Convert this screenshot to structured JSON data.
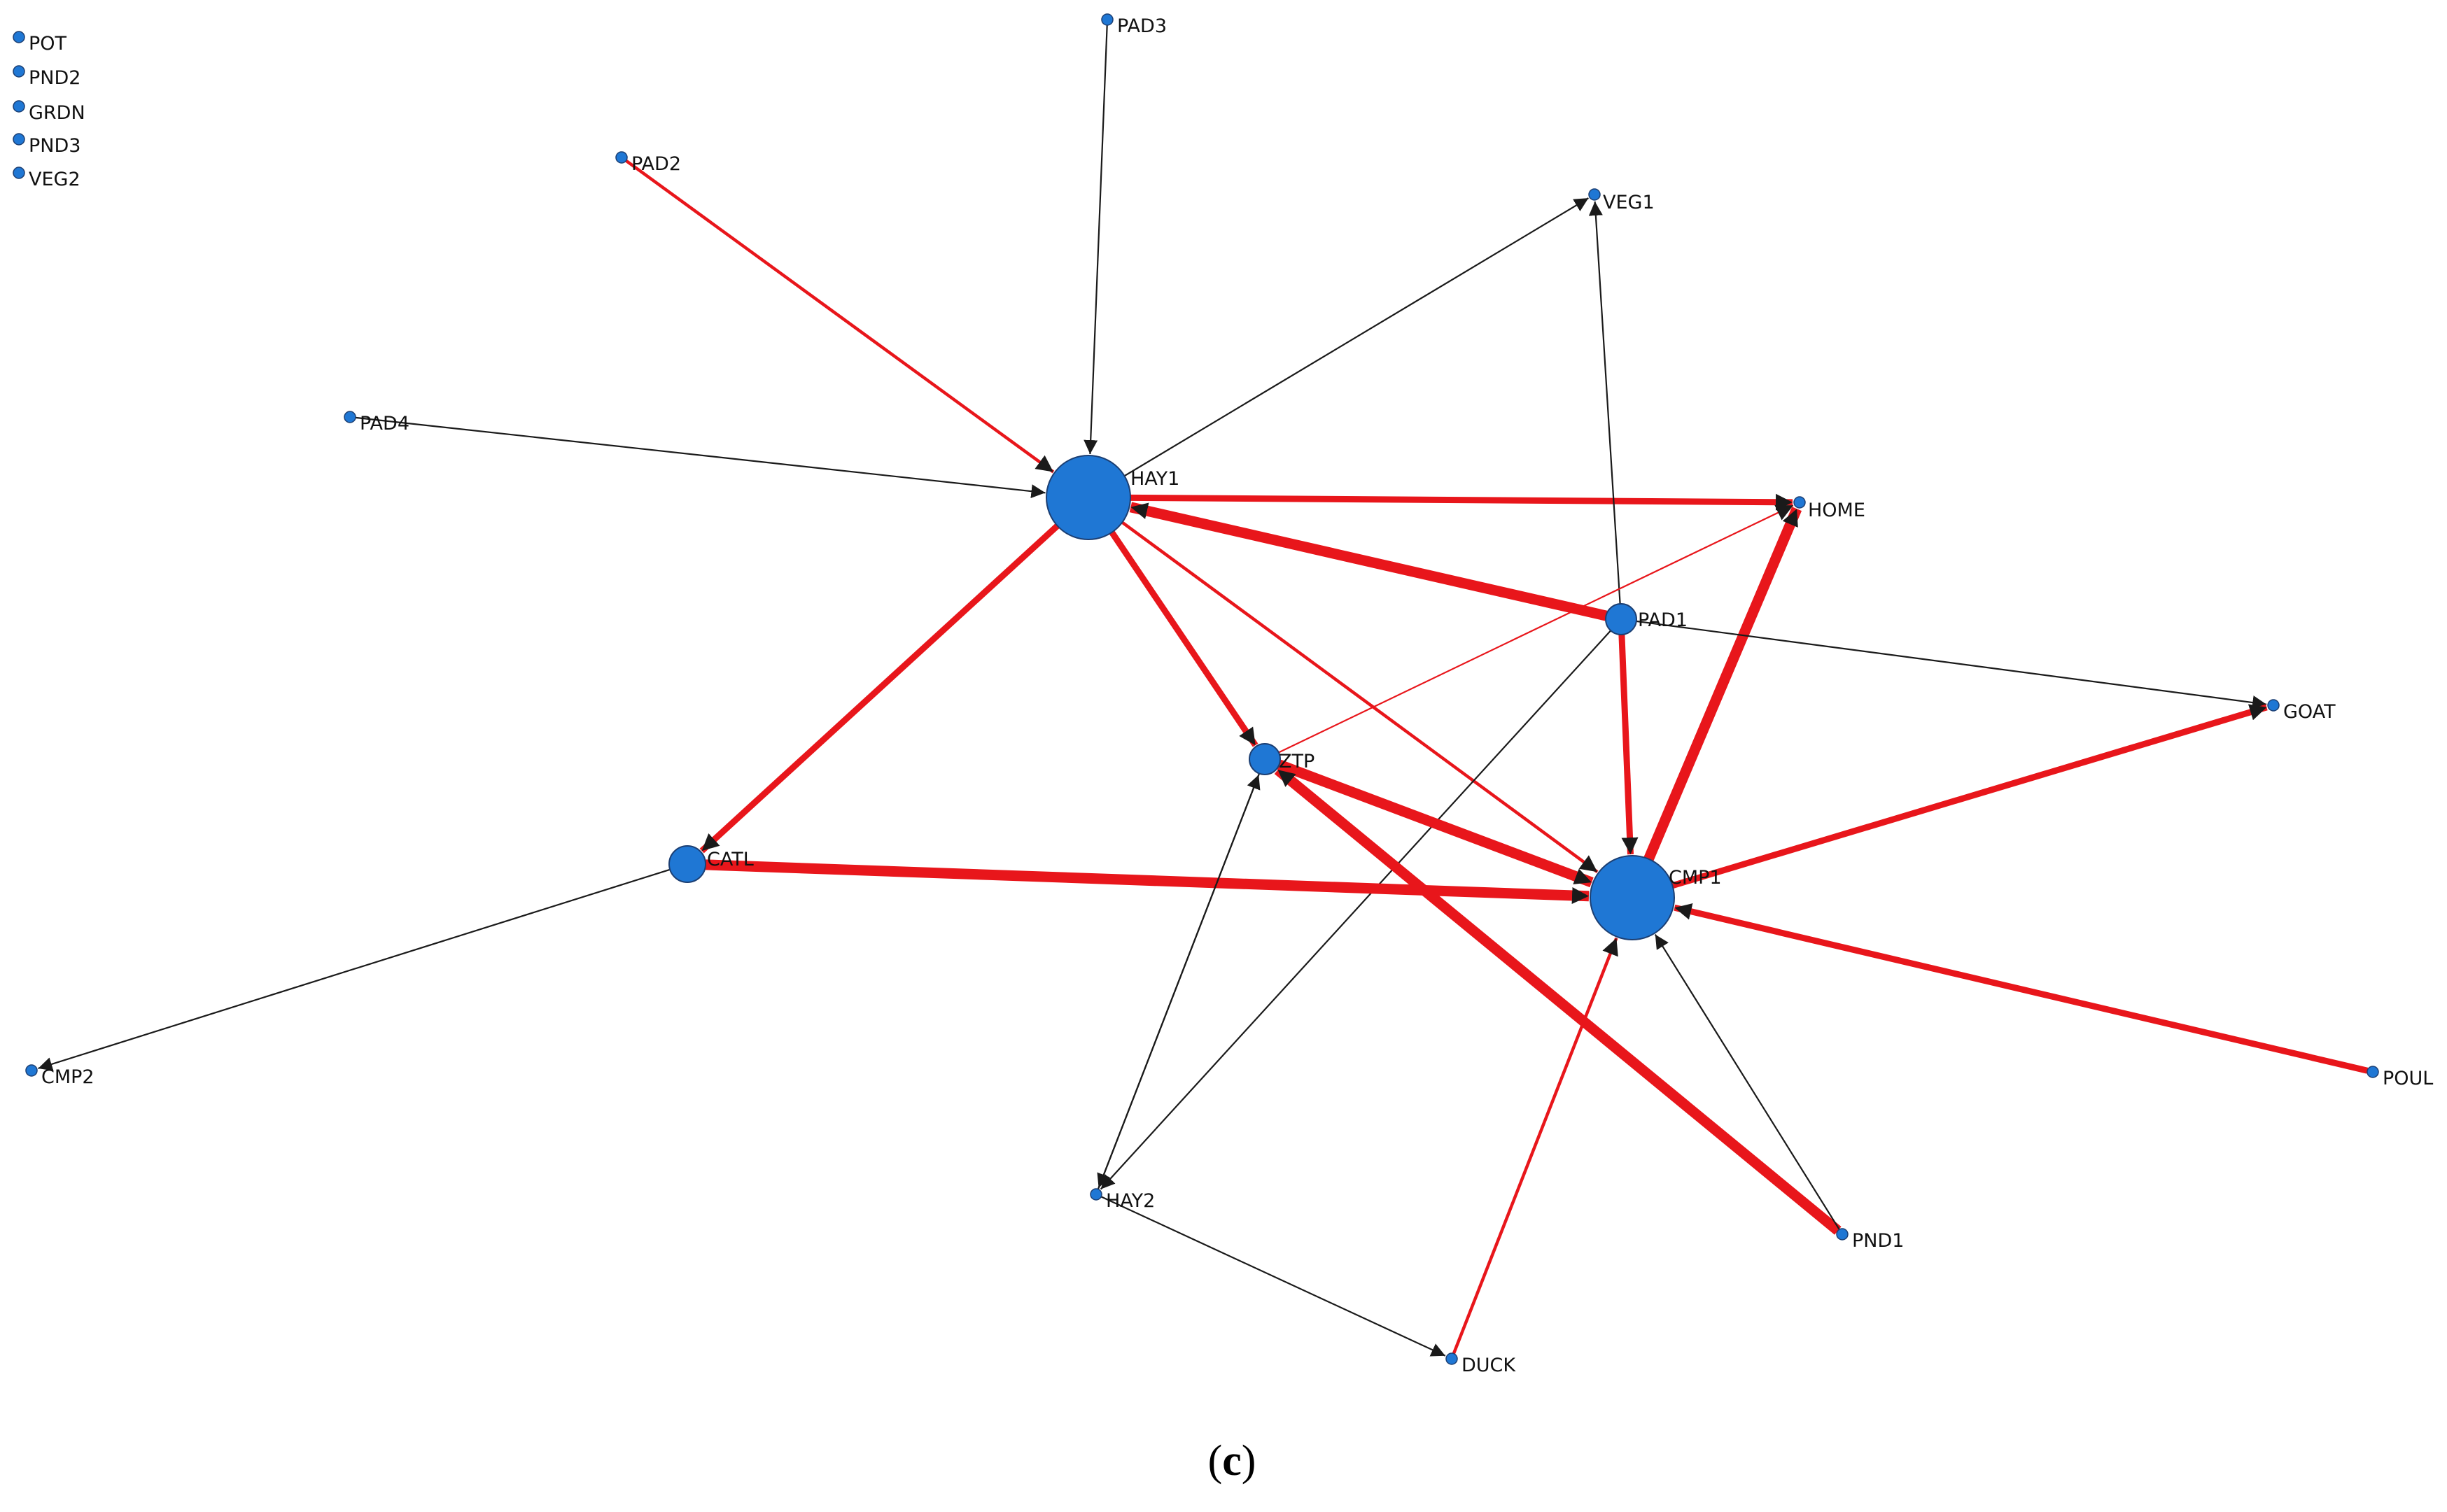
{
  "colors": {
    "node_fill": "#1f77d4",
    "node_stroke": "#1c3f73",
    "edge_red": "#e8161b",
    "edge_black": "#1a1a1a"
  },
  "caption": {
    "open": "(",
    "letter": "c",
    "close": ")"
  },
  "nodes": [
    {
      "id": "POT",
      "label": "POT",
      "size": "small"
    },
    {
      "id": "PND2",
      "label": "PND2",
      "size": "small"
    },
    {
      "id": "GRDN",
      "label": "GRDN",
      "size": "small"
    },
    {
      "id": "PND3",
      "label": "PND3",
      "size": "small"
    },
    {
      "id": "VEG2",
      "label": "VEG2",
      "size": "small"
    },
    {
      "id": "PAD3",
      "label": "PAD3",
      "size": "small"
    },
    {
      "id": "PAD2",
      "label": "PAD2",
      "size": "small"
    },
    {
      "id": "VEG1",
      "label": "VEG1",
      "size": "small"
    },
    {
      "id": "PAD4",
      "label": "PAD4",
      "size": "small"
    },
    {
      "id": "HAY1",
      "label": "HAY1",
      "size": "large"
    },
    {
      "id": "HOME",
      "label": "HOME",
      "size": "small"
    },
    {
      "id": "PAD1",
      "label": "PAD1",
      "size": "medium"
    },
    {
      "id": "GOAT",
      "label": "GOAT",
      "size": "small"
    },
    {
      "id": "ZTP",
      "label": "ZTP",
      "size": "medium"
    },
    {
      "id": "CATL",
      "label": "CATL",
      "size": "medium-large"
    },
    {
      "id": "CMP1",
      "label": "CMP1",
      "size": "large"
    },
    {
      "id": "CMP2",
      "label": "CMP2",
      "size": "small"
    },
    {
      "id": "POUL",
      "label": "POUL",
      "size": "small"
    },
    {
      "id": "HAY2",
      "label": "HAY2",
      "size": "small"
    },
    {
      "id": "PND1",
      "label": "PND1",
      "size": "small"
    },
    {
      "id": "DUCK",
      "label": "DUCK",
      "size": "small"
    }
  ],
  "edges": [
    {
      "source": "PAD3",
      "target": "HAY1",
      "color": "black",
      "weight": "thin"
    },
    {
      "source": "PAD2",
      "target": "HAY1",
      "color": "red",
      "weight": "medium"
    },
    {
      "source": "PAD4",
      "target": "HAY1",
      "color": "black",
      "weight": "thin"
    },
    {
      "source": "HAY1",
      "target": "VEG1",
      "color": "black",
      "weight": "thin"
    },
    {
      "source": "HAY1",
      "target": "HOME",
      "color": "red",
      "weight": "heavy"
    },
    {
      "source": "PAD1",
      "target": "HAY1",
      "color": "red",
      "weight": "very-heavy"
    },
    {
      "source": "HAY1",
      "target": "ZTP",
      "color": "red",
      "weight": "heavy"
    },
    {
      "source": "HAY1",
      "target": "CATL",
      "color": "red",
      "weight": "heavy"
    },
    {
      "source": "HAY1",
      "target": "CMP1",
      "color": "red",
      "weight": "medium"
    },
    {
      "source": "PAD1",
      "target": "VEG1",
      "color": "black",
      "weight": "thin"
    },
    {
      "source": "ZTP",
      "target": "HOME",
      "color": "red",
      "weight": "thin"
    },
    {
      "source": "CMP1",
      "target": "HOME",
      "color": "red",
      "weight": "very-heavy"
    },
    {
      "source": "PAD1",
      "target": "CMP1",
      "color": "red",
      "weight": "heavy"
    },
    {
      "source": "PAD1",
      "target": "GOAT",
      "color": "black",
      "weight": "thin"
    },
    {
      "source": "PAD1",
      "target": "HAY2",
      "color": "black",
      "weight": "thin"
    },
    {
      "source": "CMP1",
      "target": "GOAT",
      "color": "red",
      "weight": "heavy"
    },
    {
      "source": "ZTP",
      "target": "CMP1",
      "color": "red",
      "weight": "very-heavy"
    },
    {
      "source": "PND1",
      "target": "ZTP",
      "color": "red",
      "weight": "very-heavy"
    },
    {
      "source": "CATL",
      "target": "CMP1",
      "color": "red",
      "weight": "very-heavy"
    },
    {
      "source": "CATL",
      "target": "CMP2",
      "color": "black",
      "weight": "thin"
    },
    {
      "source": "POUL",
      "target": "CMP1",
      "color": "red",
      "weight": "heavy"
    },
    {
      "source": "PND1",
      "target": "CMP1",
      "color": "black",
      "weight": "thin"
    },
    {
      "source": "HAY2",
      "target": "ZTP",
      "color": "black",
      "weight": "thin"
    },
    {
      "source": "ZTP",
      "target": "HAY2",
      "color": "black",
      "weight": "thin"
    },
    {
      "source": "HAY2",
      "target": "DUCK",
      "color": "black",
      "weight": "thin"
    },
    {
      "source": "DUCK",
      "target": "CMP1",
      "color": "red",
      "weight": "medium"
    }
  ]
}
